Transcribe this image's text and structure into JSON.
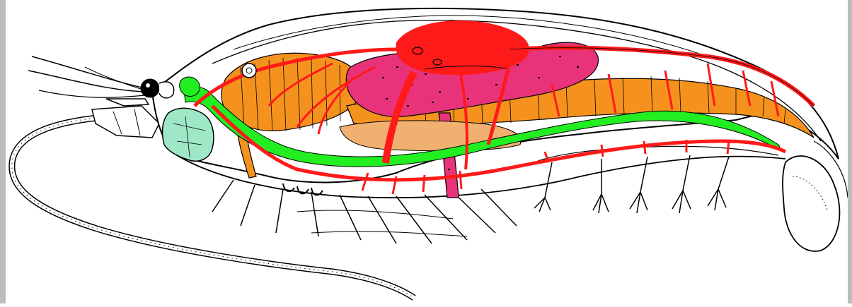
{
  "figure": {
    "colors": {
      "outline": "#000000",
      "background": "#ffffff",
      "circulatory": "#ff1a1a",
      "digestive_gland": "#f5921e",
      "gonad": "#e8337a",
      "nerve_cord": "#22ee22",
      "head_gland": "#9ee8c8",
      "edge_shadow": "#bdbdbd"
    },
    "components": [
      {
        "name": "carapace",
        "color_key": "outline"
      },
      {
        "name": "antennule",
        "color_key": "outline"
      },
      {
        "name": "antenna",
        "color_key": "outline"
      },
      {
        "name": "eye",
        "color_key": "outline"
      },
      {
        "name": "heart",
        "color_key": "circulatory"
      },
      {
        "name": "arteries",
        "color_key": "circulatory"
      },
      {
        "name": "digestive-gland",
        "color_key": "digestive_gland"
      },
      {
        "name": "gonad",
        "color_key": "gonad"
      },
      {
        "name": "nerve-cord",
        "color_key": "nerve_cord"
      },
      {
        "name": "head-gland",
        "color_key": "head_gland"
      },
      {
        "name": "thoracic-legs",
        "color_key": "outline"
      },
      {
        "name": "pleopods",
        "color_key": "outline"
      },
      {
        "name": "telson",
        "color_key": "outline"
      }
    ]
  }
}
